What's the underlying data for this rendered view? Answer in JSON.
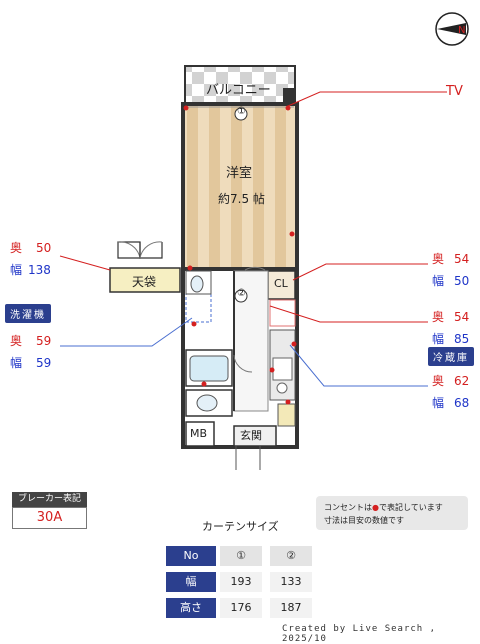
{
  "rooms": {
    "balcony": "バルコニー",
    "western_room": "洋室",
    "western_size": "約7.5 帖",
    "closet": "CL",
    "tenbukuro": "天袋",
    "mb": "MB",
    "entrance": "玄関",
    "marker1": "①",
    "marker2": "②"
  },
  "tv_label": "TV",
  "tenbukuro_dims": {
    "depth_label": "奥",
    "depth": "50",
    "width_label": "幅",
    "width": "138"
  },
  "washer": {
    "title": "洗濯機",
    "depth_label": "奥",
    "depth": "59",
    "width_label": "幅",
    "width": "59"
  },
  "closet_dims": {
    "depth_label": "奥",
    "depth": "54",
    "width_label": "幅",
    "width": "50"
  },
  "room_dims": {
    "depth_label": "奥",
    "depth": "54",
    "width_label": "幅",
    "width": "85"
  },
  "fridge": {
    "title": "冷蔵庫",
    "depth_label": "奥",
    "depth": "62",
    "width_label": "幅",
    "width": "68"
  },
  "breaker": {
    "title": "ブレーカー表記",
    "value": "30A"
  },
  "note": {
    "line1_pre": "コンセントは",
    "line1_post": "で表記しています",
    "line2": "寸法は目安の数値です"
  },
  "curtain": {
    "title": "カーテンサイズ",
    "header": [
      "No",
      "①",
      "②"
    ],
    "rows": [
      {
        "label": "幅",
        "v1": "193",
        "v2": "133"
      },
      {
        "label": "高さ",
        "v1": "176",
        "v2": "187"
      }
    ]
  },
  "credit": "Created by Live Search , 2025/10",
  "colors": {
    "accent": "#2b3f8e",
    "outlet": "#d42020",
    "wood": "#e6cfa8"
  }
}
